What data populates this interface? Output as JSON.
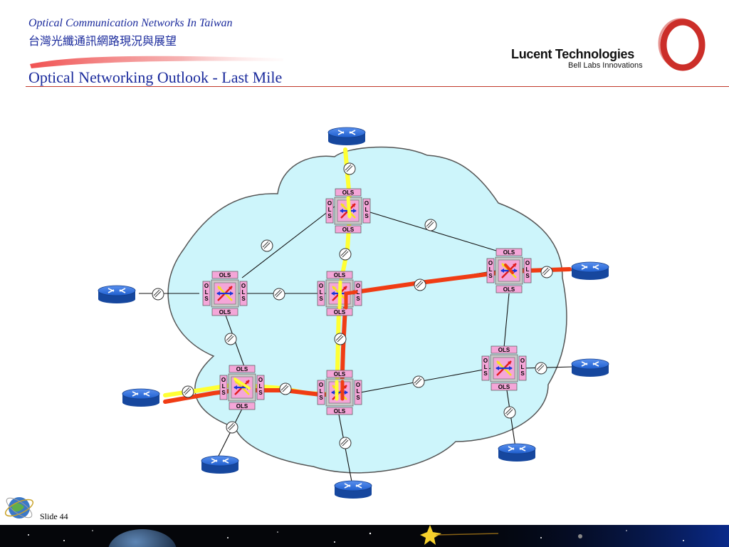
{
  "header": {
    "subtitle": "Optical Communication Networks In Taiwan",
    "subtitle_cjk": "台灣光纖通訊網路現況與展望",
    "title_main": "Optical Networking Outlook - ",
    "title_highlight": "Last Mile"
  },
  "brand": {
    "name": "Lucent Technologies",
    "tagline": "Bell Labs Innovations",
    "logo_icon": "red-ring-logo"
  },
  "diagram": {
    "ols_label": "OLS",
    "ols_side_letters": [
      "O",
      "L",
      "S"
    ],
    "node_icon": "optical-crossconnect-icon",
    "router_icon": "router-icon",
    "amplifier_icon": "amplifier-icon",
    "colors": {
      "cloud_fill": "#cdf5fb",
      "cloud_stroke": "#555555",
      "router": "#1f5fcf",
      "ols_pink": "#f4a6d8",
      "path_yellow": "#ffff33",
      "path_red": "#f03c14"
    }
  },
  "footer": {
    "slide_label": "Slide 44"
  }
}
